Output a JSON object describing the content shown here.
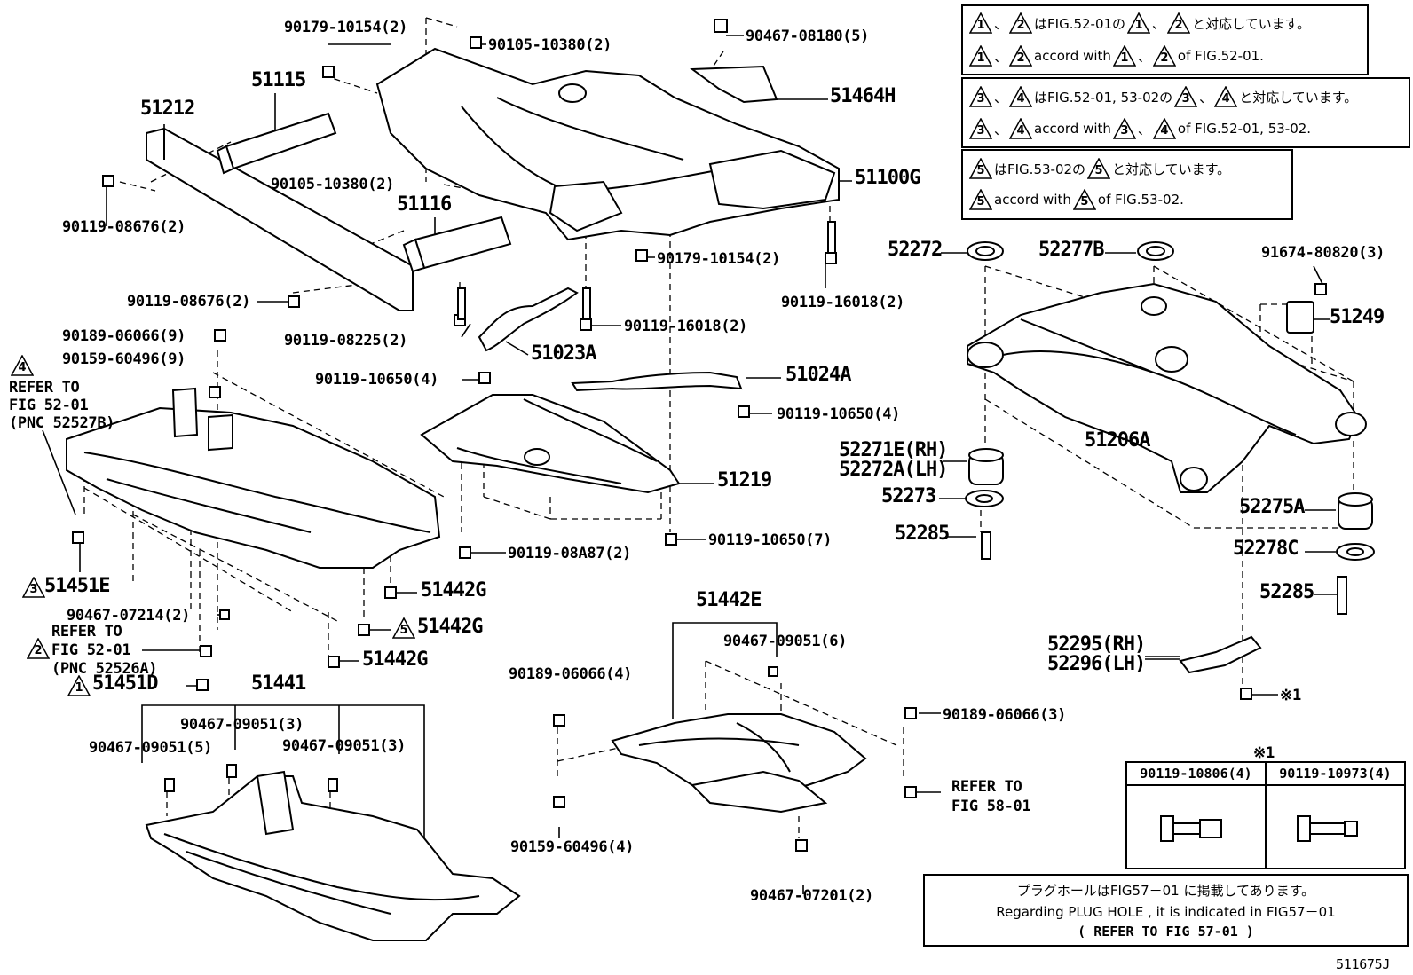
{
  "parts": {
    "p90179_10154_top": "90179-10154(2)",
    "p90105_10380_top": "90105-10380(2)",
    "p90467_08180": "90467-08180(5)",
    "p51115": "51115",
    "p51212": "51212",
    "p51464H": "51464H",
    "p90105_10380_mid": "90105-10380(2)",
    "p51100G": "51100G",
    "p90119_08676_a": "90119-08676(2)",
    "p51116": "51116",
    "p90179_10154_bot": "90179-10154(2)",
    "p90119_08676_b": "90119-08676(2)",
    "p90119_16018_a": "90119-16018(2)",
    "p90119_08225": "90119-08225(2)",
    "p90119_16018_b": "90119-16018(2)",
    "p51023A": "51023A",
    "p90189_06066_9": "90189-06066(9)",
    "p90159_60496_9": "90159-60496(9)",
    "p90119_10650_4a": "90119-10650(4)",
    "p51024A": "51024A",
    "p90119_10650_4b": "90119-10650(4)",
    "p51219": "51219",
    "p90119_08A87": "90119-08A87(2)",
    "p90119_10650_7": "90119-10650(7)",
    "p51451E": "51451E",
    "p51442G_a": "51442G",
    "p90467_07214": "90467-07214(2)",
    "p51442G_b": "51442G",
    "p51442G_c": "51442G",
    "p51451D": "51451D",
    "p51441": "51441",
    "p90467_09051_3a": "90467-09051(3)",
    "p90467_09051_5": "90467-09051(5)",
    "p90467_09051_3b": "90467-09051(3)",
    "p51442E": "51442E",
    "p90467_09051_6": "90467-09051(6)",
    "p90189_06066_4": "90189-06066(4)",
    "p90189_06066_3": "90189-06066(3)",
    "p90159_60496_4": "90159-60496(4)",
    "p90467_07201": "90467-07201(2)",
    "p52272": "52272",
    "p52277B": "52277B",
    "p91674_80820": "91674-80820(3)",
    "p51249": "51249",
    "p51206A": "51206A",
    "p52271E": "52271E(RH)",
    "p52272A": "52272A(LH)",
    "p52273": "52273",
    "p52285_a": "52285",
    "p52275A": "52275A",
    "p52278C": "52278C",
    "p52285_b": "52285",
    "p52295": "52295(RH)",
    "p52296": "52296(LH)",
    "p_x1": "※1",
    "fig_code": "511675J"
  },
  "refs": {
    "ref4_l1": "REFER TO",
    "ref4_l2": "FIG 52-01",
    "ref4_l3": "(PNC 52527B)",
    "ref2_l1": "REFER TO",
    "ref2_l2": "FIG 52-01",
    "ref2_l3": "(PNC 52526A)",
    "ref58_l1": "REFER TO",
    "ref58_l2": "FIG 58-01"
  },
  "markers": {
    "m1": "1",
    "m2": "2",
    "m3": "3",
    "m4": "4",
    "m5": "5"
  },
  "notes": {
    "n1_ja_a": "、",
    "n1_ja_b": "はFIG.52-01の",
    "n1_ja_c": "、",
    "n1_ja_d": "と対応しています。",
    "n1_en_a": "、",
    "n1_en_b": " accord with ",
    "n1_en_c": "、",
    "n1_en_d": " of FIG.52-01.",
    "n2_ja_a": "、",
    "n2_ja_b": "はFIG.52-01, 53-02の",
    "n2_ja_c": "、",
    "n2_ja_d": "と対応しています。",
    "n2_en_a": "、",
    "n2_en_b": " accord with ",
    "n2_en_c": "、",
    "n2_en_d": " of FIG.52-01, 53-02.",
    "n3_ja_b": "はFIG.53-02の",
    "n3_ja_d": "と対応しています。",
    "n3_en_b": " accord with ",
    "n3_en_d": " of FIG.53-02."
  },
  "x1_table": {
    "title": "※1",
    "col1": "90119-10806(4)",
    "col2": "90119-10973(4)"
  },
  "plug_note": {
    "line1": "プラグホールはFIG57－01 に掲載してあります。",
    "line2": "Regarding PLUG HOLE , it is indicated in FIG57－01",
    "line3": "(   REFER TO FIG 57-01   )"
  }
}
